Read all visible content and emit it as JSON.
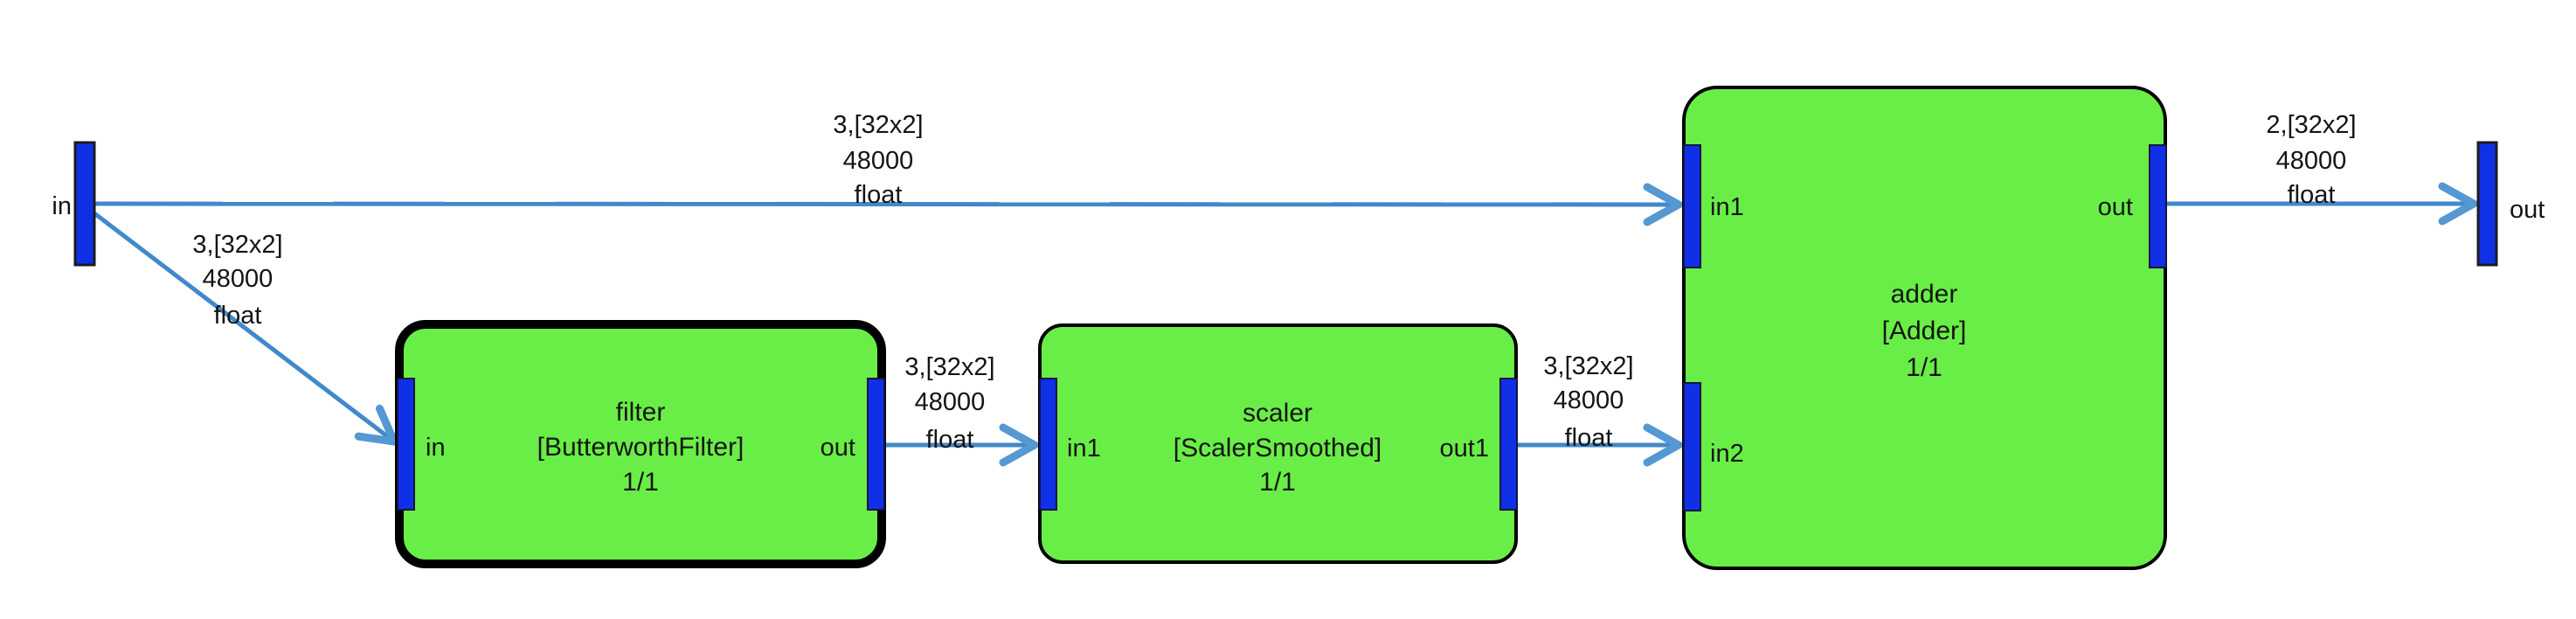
{
  "diagram": {
    "colors": {
      "block_fill": "#69EE47",
      "port_fill": "#1030E8",
      "edge": "#4189CA",
      "block_border": "#000000",
      "background": "#ffffff"
    },
    "terminals": {
      "input": {
        "label": "in"
      },
      "output": {
        "label": "out"
      }
    },
    "blocks": {
      "filter": {
        "title": "filter",
        "type": "[ButterworthFilter]",
        "ratio": "1/1",
        "ports": {
          "in": "in",
          "out": "out"
        }
      },
      "scaler": {
        "title": "scaler",
        "type": "[ScalerSmoothed]",
        "ratio": "1/1",
        "ports": {
          "in1": "in1",
          "out1": "out1"
        }
      },
      "adder": {
        "title": "adder",
        "type": "[Adder]",
        "ratio": "1/1",
        "ports": {
          "in1": "in1",
          "in2": "in2",
          "out": "out"
        }
      }
    },
    "edges": {
      "input_to_adder_in1": {
        "lines": [
          "3,[32x2]",
          "48000",
          "float"
        ]
      },
      "input_to_filter_in": {
        "lines": [
          "3,[32x2]",
          "48000",
          "float"
        ]
      },
      "filter_out_to_scaler_in1": {
        "lines": [
          "3,[32x2]",
          "48000",
          "float"
        ]
      },
      "scaler_out1_to_adder_in2": {
        "lines": [
          "3,[32x2]",
          "48000",
          "float"
        ]
      },
      "adder_out_to_output": {
        "lines": [
          "2,[32x2]",
          "48000",
          "float"
        ]
      }
    }
  }
}
